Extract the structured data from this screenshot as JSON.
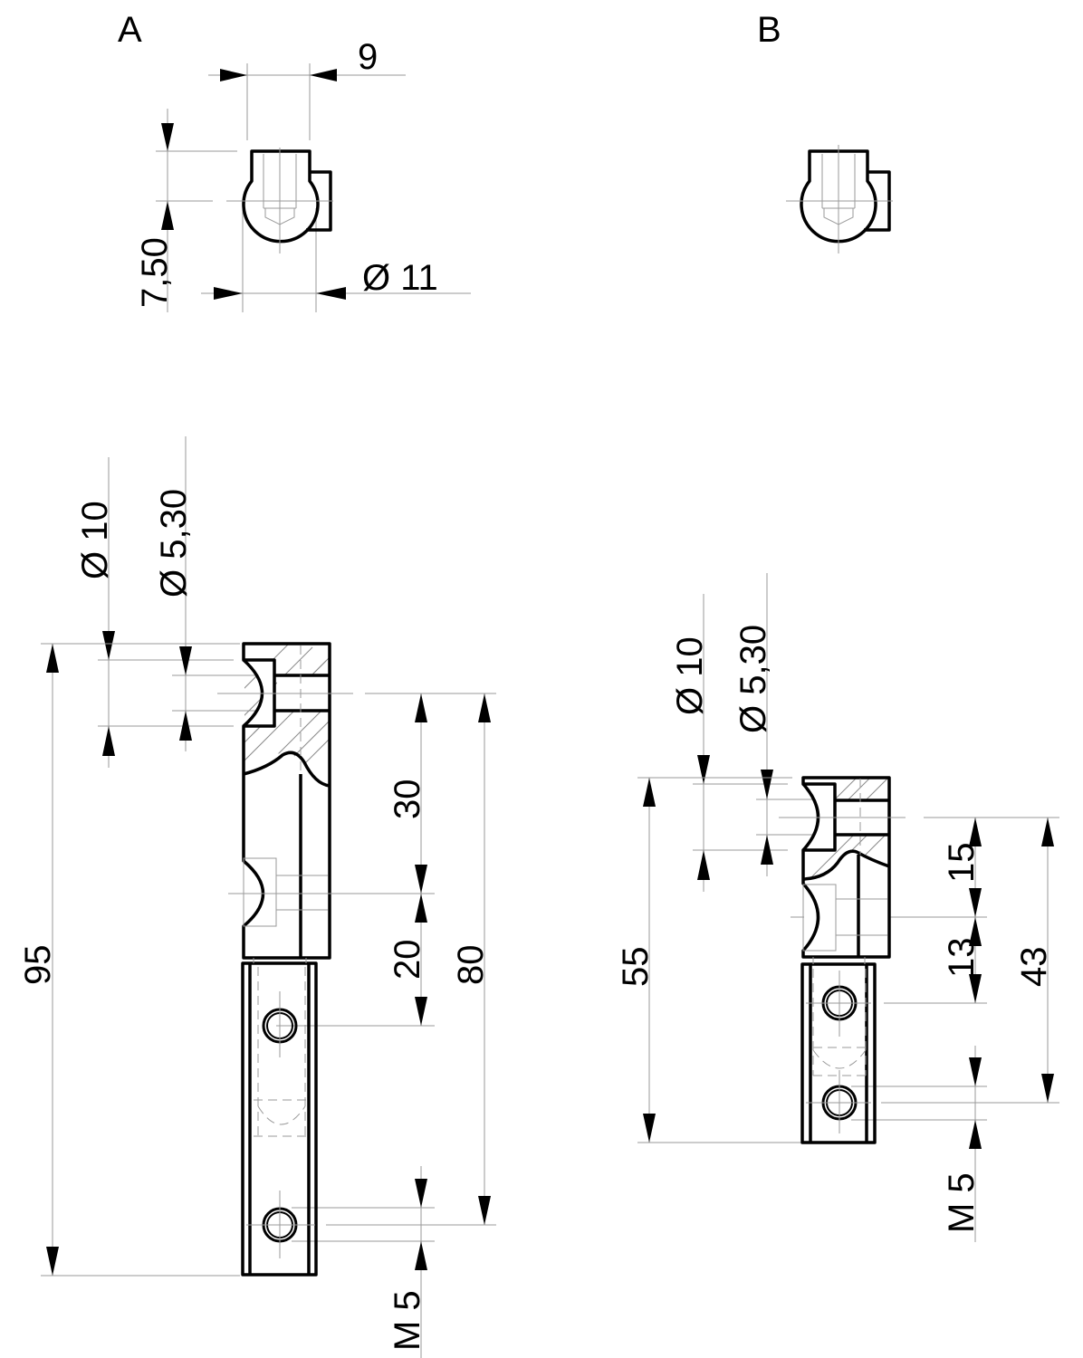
{
  "views": {
    "a": {
      "label": "A",
      "top_view": {
        "width_dim": "9",
        "offset_dim": "7,50",
        "diameter_dim": "Ø 11"
      },
      "side_view": {
        "diameter_outer": "Ø 10",
        "diameter_inner": "Ø 5,30",
        "overall_length": "95",
        "spacing_1": "30",
        "spacing_2": "20",
        "hole_span": "80",
        "thread": "M 5"
      }
    },
    "b": {
      "label": "B",
      "side_view": {
        "diameter_outer": "Ø 10",
        "diameter_inner": "Ø 5,30",
        "overall_length": "55",
        "spacing_1": "15",
        "spacing_2": "13",
        "hole_span": "43",
        "thread": "M 5"
      }
    }
  },
  "colors": {
    "outline": "#000000",
    "dimension_line": "#9a9a9a",
    "background": "#ffffff"
  }
}
